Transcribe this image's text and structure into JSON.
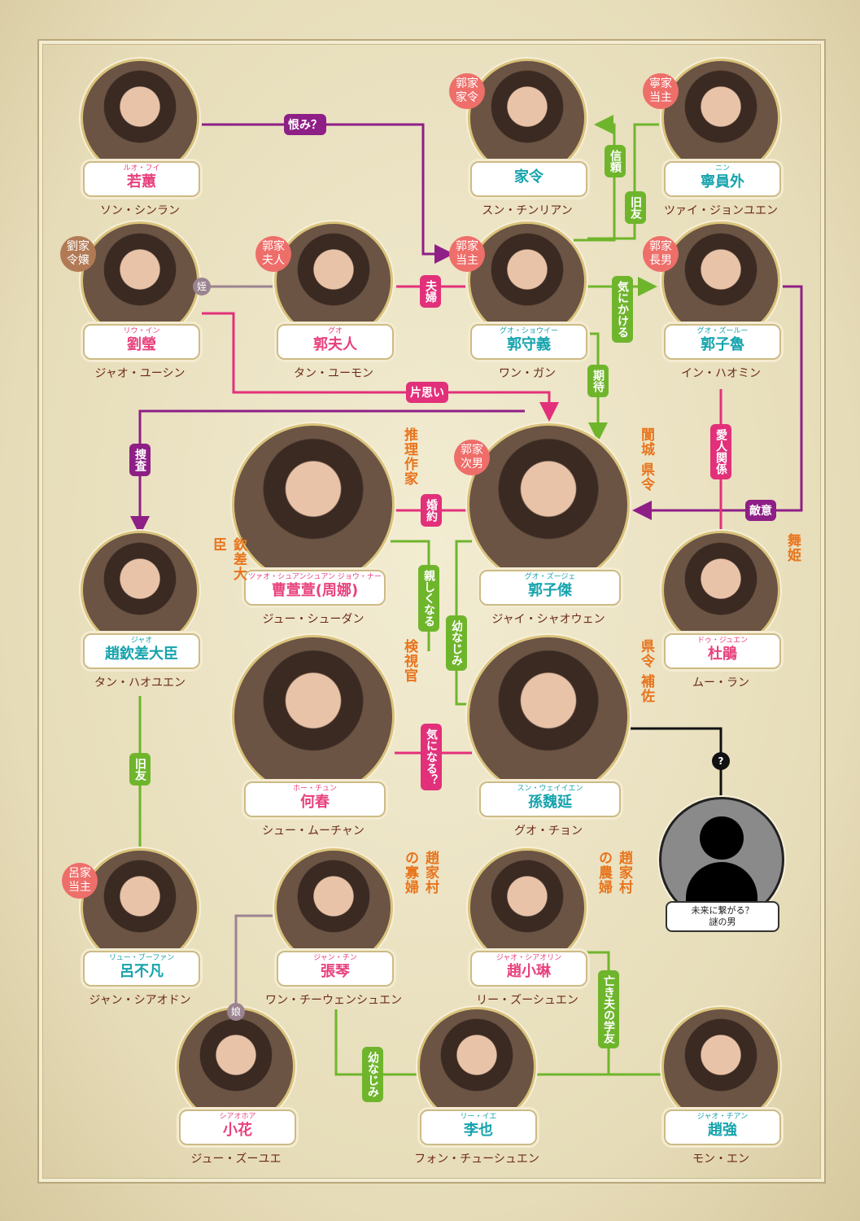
{
  "colors": {
    "purple": "#8e1f86",
    "green": "#6fb52c",
    "pink": "#e2307a",
    "name_pink": "#e8417e",
    "name_teal": "#15a3ad",
    "role_orange": "#e8741c",
    "tag_salmon": "#ee6e6a",
    "tag_brown": "#b17a55"
  },
  "characters": [
    {
      "id": "ruohui",
      "ruby": "ルオ・フイ",
      "name": "若蕙",
      "actor": "ソン・シンラン",
      "color": "pink"
    },
    {
      "id": "steward",
      "ruby": "",
      "name": "家令",
      "actor": "スン・チンリアン",
      "color": "teal",
      "tag": "郭家\n家令"
    },
    {
      "id": "ning",
      "ruby": "ニン",
      "name": "寧員外",
      "actor": "ツァイ・ジョンユエン",
      "color": "teal",
      "tag": "寧家\n当主"
    },
    {
      "id": "liuying",
      "ruby": "リウ・イン",
      "name": "劉瑩",
      "actor": "ジャオ・ユーシン",
      "color": "pink",
      "tag": "劉家\n令嬢",
      "tag_style": "brown"
    },
    {
      "id": "madamguo",
      "ruby": "グオ",
      "name": "郭夫人",
      "actor": "タン・ユーモン",
      "color": "pink",
      "tag": "郭家\n夫人"
    },
    {
      "id": "guoshouyi",
      "ruby": "グオ・ショウイー",
      "name": "郭守義",
      "actor": "ワン・ガン",
      "color": "teal",
      "tag": "郭家\n当主"
    },
    {
      "id": "guozilu",
      "ruby": "グオ・ズールー",
      "name": "郭子魯",
      "actor": "イン・ハオミン",
      "color": "teal",
      "tag": "郭家\n長男"
    },
    {
      "id": "caoxuan",
      "ruby": "ツァオ・シュアンシュアン ジョウ・ナー",
      "name": "曹萱萱(周娜)",
      "actor": "ジュー・シューダン",
      "color": "pink",
      "role": "推理作家"
    },
    {
      "id": "guozijie",
      "ruby": "グオ・ズージェ",
      "name": "郭子傑",
      "actor": "ジャイ・シャオウェン",
      "color": "teal",
      "tag": "郭家\n次男",
      "role": "閬城 県令"
    },
    {
      "id": "zhao",
      "ruby": "ジャオ",
      "name": "趙欽差大臣",
      "actor": "タン・ハオユエン",
      "color": "teal",
      "role": "欽差大臣"
    },
    {
      "id": "dujuan",
      "ruby": "ドゥ・ジュエン",
      "name": "杜鵑",
      "actor": "ムー・ラン",
      "color": "pink",
      "role": "舞姫"
    },
    {
      "id": "hechun",
      "ruby": "ホー・チュン",
      "name": "何春",
      "actor": "シュー・ムーチャン",
      "color": "pink",
      "role": "検視官"
    },
    {
      "id": "sunweiyan",
      "ruby": "スン・ウェイイエン",
      "name": "孫魏延",
      "actor": "グオ・チョン",
      "color": "teal",
      "role": "県令 補佐"
    },
    {
      "id": "lubufan",
      "ruby": "リュー・ブーファン",
      "name": "呂不凡",
      "actor": "ジャン・シアオドン",
      "color": "teal",
      "tag": "呂家\n当主"
    },
    {
      "id": "zhangqin",
      "ruby": "ジャン・チン",
      "name": "張琴",
      "actor": "ワン・チーウェンシュエン",
      "color": "pink",
      "role": "趙家村の寡婦"
    },
    {
      "id": "zhaoxiaolin",
      "ruby": "ジャオ・シアオリン",
      "name": "趙小琳",
      "actor": "リー・ズーシュエン",
      "color": "pink",
      "role": "趙家村の農婦"
    },
    {
      "id": "xiaohua",
      "ruby": "シアオホア",
      "name": "小花",
      "actor": "ジュー・ズーユエ",
      "color": "pink"
    },
    {
      "id": "liye",
      "ruby": "リー・イエ",
      "name": "李也",
      "actor": "フォン・チューシュエン",
      "color": "teal"
    },
    {
      "id": "zhaoqiang",
      "ruby": "ジャオ・チアン",
      "name": "趙強",
      "actor": "モン・エン",
      "color": "teal"
    }
  ],
  "mystery": {
    "caption_line1": "未来に繋がる？",
    "caption_line2": "謎の男"
  },
  "relations": [
    {
      "label": "恨み？",
      "color": "purple"
    },
    {
      "label": "信頼",
      "color": "green"
    },
    {
      "label": "旧友",
      "color": "green"
    },
    {
      "label": "夫婦",
      "color": "pink"
    },
    {
      "label": "気にかける",
      "color": "green"
    },
    {
      "label": "期待",
      "color": "green"
    },
    {
      "label": "片思い",
      "color": "pink"
    },
    {
      "label": "捜査",
      "color": "purple"
    },
    {
      "label": "敵意",
      "color": "purple"
    },
    {
      "label": "愛人関係",
      "color": "pink"
    },
    {
      "label": "婚約",
      "color": "pink"
    },
    {
      "label": "親しくなる",
      "color": "green"
    },
    {
      "label": "幼なじみ",
      "color": "green"
    },
    {
      "label": "気になる？",
      "color": "pink"
    },
    {
      "label": "旧友",
      "color": "green"
    },
    {
      "label": "亡き夫の学友",
      "color": "green"
    },
    {
      "label": "幼なじみ",
      "color": "green"
    }
  ],
  "badges": [
    {
      "label": "姪"
    },
    {
      "label": "娘"
    },
    {
      "label": "?"
    }
  ]
}
